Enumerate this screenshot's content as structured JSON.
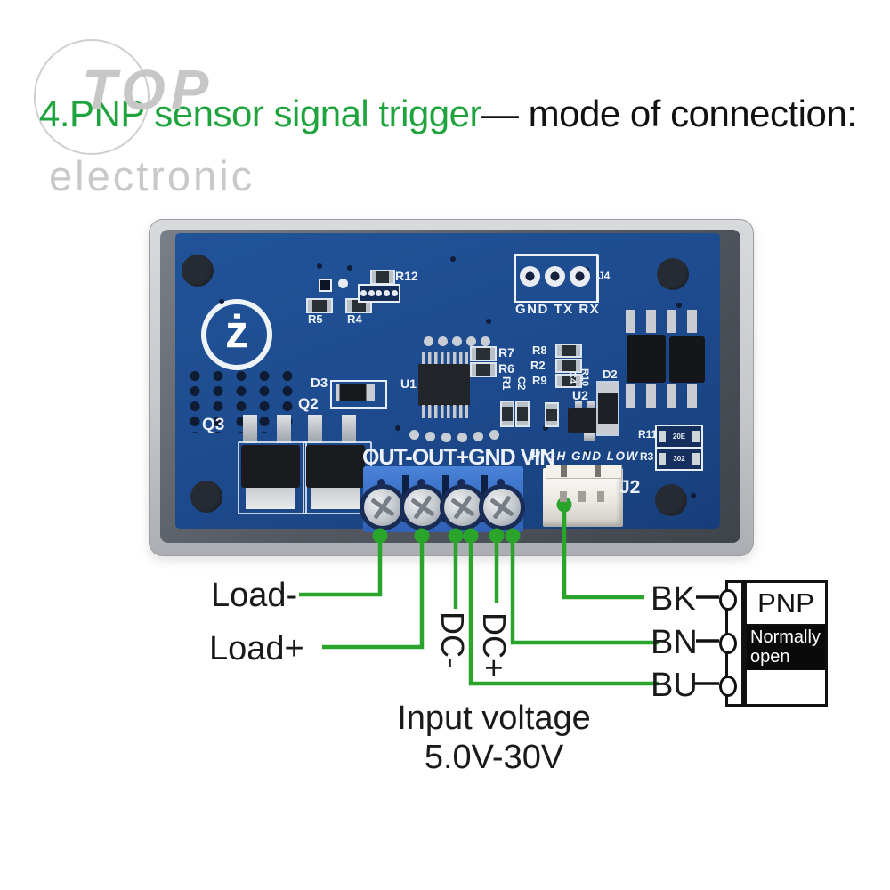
{
  "watermark": {
    "line1": "TOP",
    "line2": "electronic"
  },
  "title": {
    "green": "4.PNP sensor signal trigger",
    "dash": "—",
    "rest": " mode of connection:"
  },
  "device": {
    "logo_letter": "ż",
    "silkscreen": {
      "r5": "R5",
      "r4": "R4",
      "r12": "R12",
      "r7": "R7",
      "r6": "R6",
      "u1": "U1",
      "r8": "R8",
      "r2": "R2",
      "r9": "R9",
      "r1": "R1",
      "c2": "C2",
      "u2": "U2",
      "c4": "C4",
      "r10": "R10",
      "d2": "D2",
      "d3": "D3",
      "q2": "Q2",
      "q3": "Q3",
      "r11": "R11",
      "r3": "R3",
      "r11_value": "20E",
      "r3_value": "302",
      "j4": "J4",
      "j2": "J2",
      "uart_pins": "GND TX RX",
      "terminal_row": "OUT-OUT+GND VIN",
      "signal_row": "HIGH GND LOW"
    }
  },
  "wiring": {
    "load_minus": "Load-",
    "load_plus": "Load+",
    "dc_minus": "DC-",
    "dc_plus": "DC+",
    "wire_bk": "BK",
    "wire_bn": "BN",
    "wire_bu": "BU",
    "input_voltage": "Input voltage",
    "input_range": "5.0V-30V"
  },
  "sensor": {
    "type": "PNP",
    "mode_line1": "Normally",
    "mode_line2": "open"
  },
  "colors": {
    "title_green": "#1fa33c",
    "wire_green": "#2aa42a",
    "pcb_blue": "#1d4a8d",
    "terminal_blue": "#3a6fc6",
    "case_gray": "#c6c8cb"
  }
}
